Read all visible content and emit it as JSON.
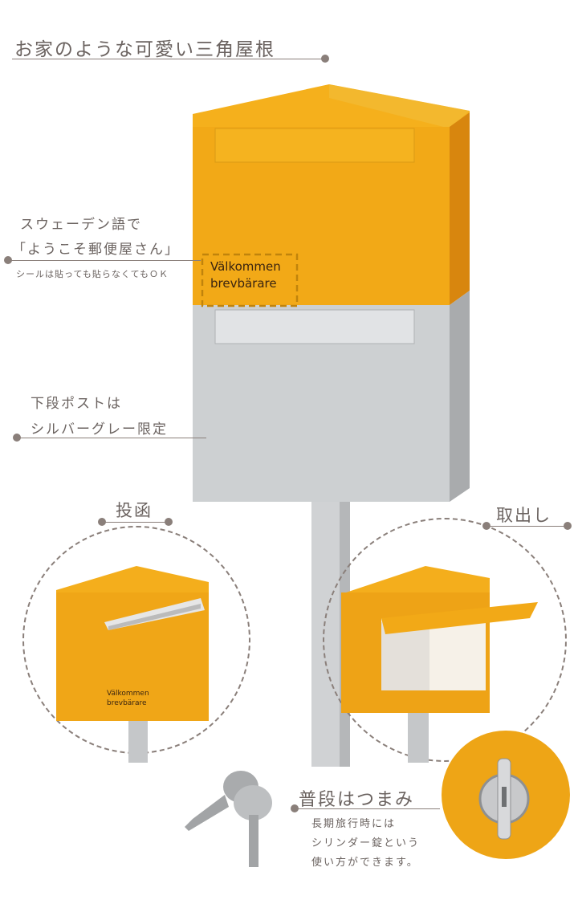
{
  "headline_roof": "お家のような可愛い三角屋根",
  "sticker_callout": {
    "line1": "スウェーデン語で",
    "line2": "「ようこそ郵便屋さん」",
    "note": "シールは貼っても貼らなくてもＯＫ"
  },
  "sticker_text": {
    "line1": "Välkommen",
    "line2": "brevbärare"
  },
  "lower_callout": {
    "line1": "下段ポストは",
    "line2": "シルバーグレー限定"
  },
  "insert_label": "投函",
  "retrieve_label": "取出し",
  "knob_callout": {
    "title": "普段はつまみ",
    "line1": "長期旅行時には",
    "line2": "シリンダー錠という",
    "line3": "使い方ができます。"
  },
  "colors": {
    "yellow": "#f0a818",
    "yellow_dark": "#d98a10",
    "silver": "#c9cbcd",
    "text": "#6b6360"
  }
}
